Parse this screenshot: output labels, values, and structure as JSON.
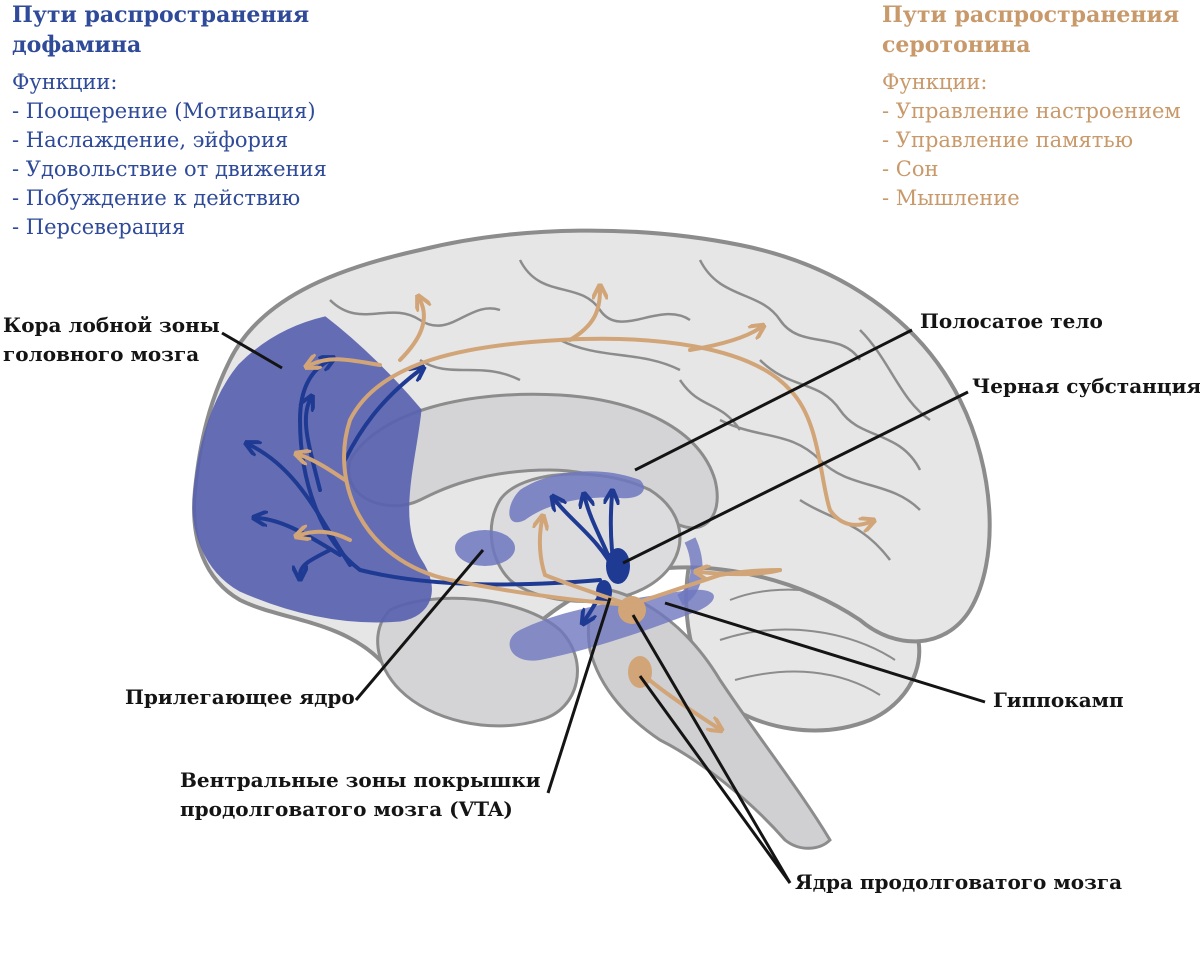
{
  "dopamine": {
    "title": [
      "Пути распространения",
      "дофамина"
    ],
    "functions_label": "Функции:",
    "functions": [
      "- Поощерение (Мотивация)",
      "- Наслаждение, эйфория",
      "- Удовольствие от движения",
      "- Побуждение к действию",
      "- Персеверация"
    ],
    "color": "#2e4a98"
  },
  "serotonin": {
    "title": [
      "Пути распространения",
      "серотонина"
    ],
    "functions_label": "Функции:",
    "functions": [
      "- Управление настроением",
      "- Управление памятью",
      "- Сон",
      "- Мышление"
    ],
    "color": "#c8996a"
  },
  "labels": {
    "frontal_cortex": [
      "Кора лобной зоны",
      "головного мозга"
    ],
    "striatum": "Полосатое тело",
    "substantia_nigra": "Черная субстанция",
    "nucleus_accumbens": "Прилегающее ядро",
    "hippocampus": "Гиппокамп",
    "vta": [
      "Вентральные зоны покрышки",
      "продолговатого мозга (VTA)"
    ],
    "raphe_nuclei": "Ядра продолговатого мозга"
  },
  "colors": {
    "brain_fill": "#e6e6e6",
    "brain_outline": "#8c8c8c",
    "inner_fill": "#d4d4d6",
    "dopamine_region": "#5a63b0",
    "dopamine_path": "#1f3a93",
    "serotonin_path": "#d1a577"
  }
}
